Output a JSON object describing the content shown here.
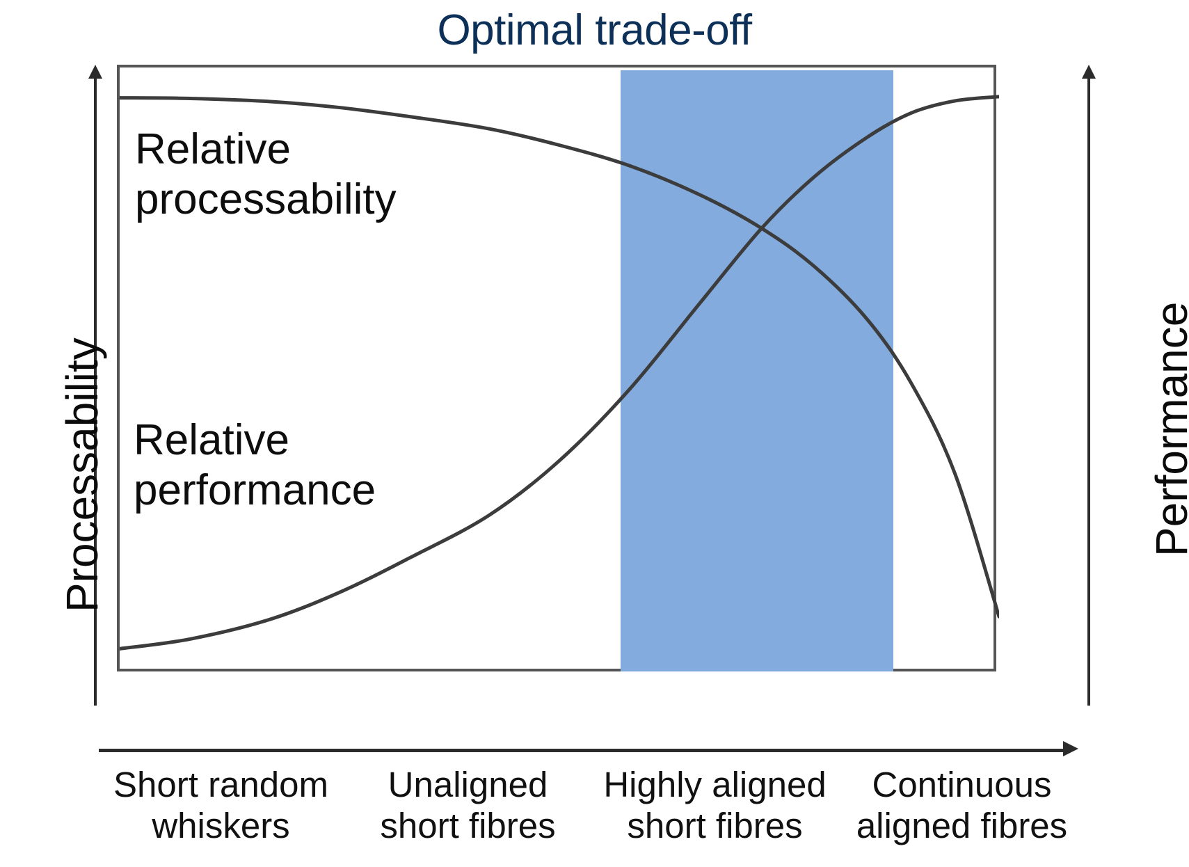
{
  "title": "Optimal trade-off",
  "axes": {
    "left_title": "Processability",
    "right_title": "Performance",
    "x_categories": [
      {
        "line1": "Short random",
        "line2": "whiskers"
      },
      {
        "line1": "Unaligned",
        "line2": "short fibres"
      },
      {
        "line1": "Highly aligned",
        "line2": "short fibres"
      },
      {
        "line1": "Continuous",
        "line2": "aligned fibres"
      }
    ]
  },
  "series_labels": {
    "processability_line1": "Relative",
    "processability_line2": "processability",
    "performance_line1": "Relative",
    "performance_line2": "performance"
  },
  "colors": {
    "title": "#0d3059",
    "band": "#83abde",
    "curve": "#3c3c3c",
    "frame": "#555555",
    "axis": "#2b2b2b",
    "text": "#111111",
    "background": "#ffffff"
  },
  "chart_data": {
    "type": "line",
    "title": "Optimal trade-off",
    "xlabel": "",
    "ylabel": "Processability",
    "y2label": "Performance",
    "grid": false,
    "legend": "inline-annotations",
    "xlim": [
      0,
      1
    ],
    "ylim": [
      0,
      1
    ],
    "categories": [
      "Short random whiskers",
      "Unaligned short fibres",
      "Highly aligned short fibres",
      "Continuous aligned fibres"
    ],
    "annotations": [
      {
        "text": "Relative processability",
        "x": 0.16,
        "y": 0.8
      },
      {
        "text": "Relative performance",
        "x": 0.15,
        "y": 0.34
      },
      {
        "text": "Optimal trade-off",
        "x": 0.62,
        "y": 1.06
      }
    ],
    "shaded_region": {
      "label": "Optimal trade-off",
      "x_start": 0.57,
      "x_end": 0.88,
      "color": "#83abde"
    },
    "crossover_point": {
      "x": 0.727,
      "y": 0.735
    },
    "series": [
      {
        "name": "Relative processability",
        "axis": "left",
        "x": [
          0.0,
          0.08,
          0.17,
          0.25,
          0.33,
          0.42,
          0.5,
          0.58,
          0.66,
          0.73,
          0.79,
          0.85,
          0.9,
          0.95,
          1.0
        ],
        "values": [
          0.95,
          0.949,
          0.944,
          0.934,
          0.919,
          0.899,
          0.872,
          0.838,
          0.79,
          0.735,
          0.672,
          0.585,
          0.48,
          0.33,
          0.095
        ]
      },
      {
        "name": "Relative performance",
        "axis": "right",
        "x": [
          0.0,
          0.08,
          0.17,
          0.25,
          0.33,
          0.42,
          0.5,
          0.58,
          0.66,
          0.73,
          0.79,
          0.85,
          0.9,
          0.95,
          1.0
        ],
        "values": [
          0.042,
          0.058,
          0.09,
          0.135,
          0.192,
          0.262,
          0.352,
          0.47,
          0.612,
          0.735,
          0.82,
          0.885,
          0.925,
          0.945,
          0.952
        ]
      }
    ]
  }
}
